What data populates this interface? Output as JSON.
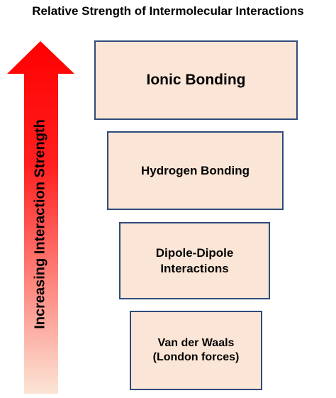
{
  "title": "Relative Strength of Intermolecular Interactions",
  "arrow": {
    "label": "Increasing Interaction Strength",
    "color_top": "#ff0000",
    "color_bottom": "#fbe5d6"
  },
  "levels": [
    {
      "label": "Ionic Bonding"
    },
    {
      "label": "Hydrogen Bonding"
    },
    {
      "label": "Dipole-Dipole\nInteractions"
    },
    {
      "label": "Van der Waals\n(London forces)"
    }
  ],
  "colors": {
    "box_fill": "#fbe5d6",
    "box_border": "#2f4b7c"
  }
}
